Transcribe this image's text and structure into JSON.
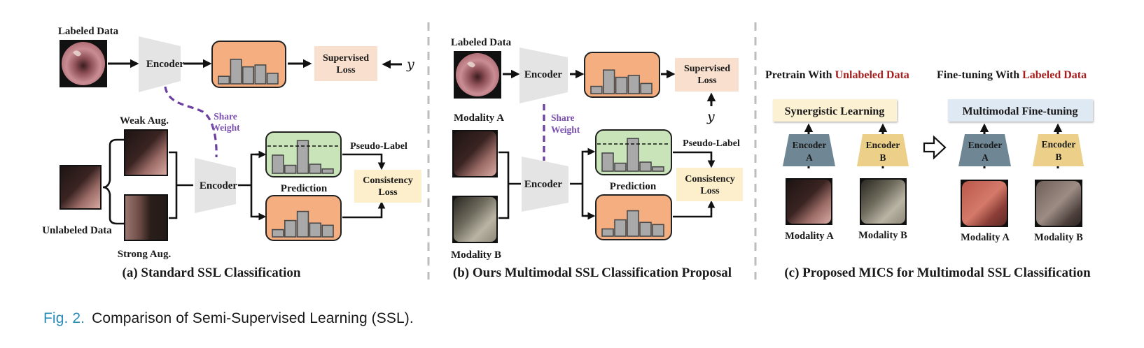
{
  "panel_a": {
    "caption": "(a) Standard SSL Classification",
    "labeled_data": "Labeled Data",
    "unlabeled_data": "Unlabeled Data",
    "weak_aug": "Weak Aug.",
    "strong_aug": "Strong Aug.",
    "encoder_top": "Encoder",
    "encoder_bottom": "Encoder",
    "share_weight_1": "Share",
    "share_weight_2": "Weight",
    "supervised_loss_1": "Supervised",
    "supervised_loss_2": "Loss",
    "target": "y",
    "pseudo_label": "Pseudo-Label",
    "prediction": "Prediction",
    "consistency_loss_1": "Consistency",
    "consistency_loss_2": "Loss"
  },
  "panel_b": {
    "caption": "(b) Ours Multimodal SSL Classification Proposal",
    "labeled_data": "Labeled Data",
    "modality_a": "Modality A",
    "modality_b": "Modality B",
    "encoder_top": "Encoder",
    "encoder_bottom": "Encoder",
    "share_weight_1": "Share",
    "share_weight_2": "Weight",
    "supervised_loss_1": "Supervised",
    "supervised_loss_2": "Loss",
    "target": "y",
    "pseudo_label": "Pseudo-Label",
    "prediction": "Prediction",
    "consistency_loss_1": "Consistency",
    "consistency_loss_2": "Loss"
  },
  "panel_c": {
    "caption": "(c) Proposed MICS for Multimodal SSL Classification",
    "pretrain_prefix": "Pretrain With ",
    "pretrain_highlight": "Unlabeled Data",
    "finetune_prefix": "Fine-tuning With ",
    "finetune_highlight": "Labeled Data",
    "synergistic_learning": "Synergistic Learning",
    "multimodal_finetuning": "Multimodal Fine-tuning",
    "encoder_label": "Encoder",
    "encoder_a": "A",
    "encoder_b": "B",
    "modality_a": "Modality A",
    "modality_b": "Modality B"
  },
  "histograms": {
    "supervised_output": [
      0.2,
      0.65,
      0.45,
      0.5,
      0.28
    ],
    "pseudo_label_weak": [
      0.5,
      0.22,
      0.9,
      0.25,
      0.12
    ],
    "prediction_strong": [
      0.2,
      0.45,
      0.7,
      0.38,
      0.32
    ],
    "threshold": 0.75
  },
  "colors": {
    "encoder_gray": "#e4e4e4",
    "output_orange": "#f4ae80",
    "pseudo_green": "#c9e4b9",
    "bar_gray": "#a9a9a9",
    "supervised_loss_bg": "#f9dfcd",
    "consistency_loss_bg": "#fdefcc",
    "share_weight_purple": "#6b3fa0",
    "encoder_a_slate": "#6f8795",
    "encoder_b_gold": "#ecd08a",
    "synergistic_bg": "#fdf1d3",
    "finetune_bg": "#dfe9f4",
    "highlight_red": "#a51d1d",
    "fig_number_blue": "#2a8cba"
  },
  "caption": {
    "fig_number": "Fig. 2.",
    "text": "Comparison of Semi-Supervised Learning (SSL)."
  }
}
